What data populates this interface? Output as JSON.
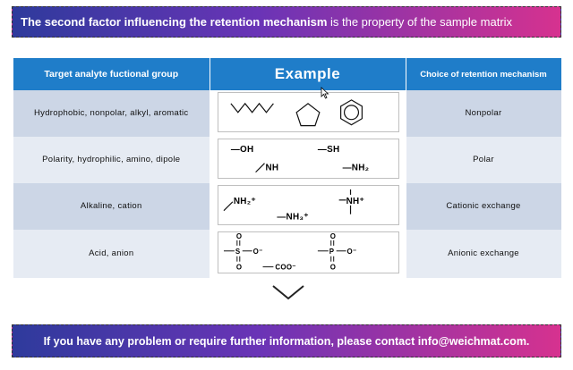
{
  "header_banner": {
    "bold_text": "The second factor influencing the retention mechanism",
    "normal_text": " is the property of the sample matrix"
  },
  "table": {
    "headers": [
      "Target analyte fuctional group",
      "Example",
      "Choice of retention mechanism"
    ],
    "rows": [
      {
        "group": "Hydrophobic, nonpolar, alkyl, aromatic",
        "mechanism": "Nonpolar",
        "labels": []
      },
      {
        "group": "Polarity, hydrophilic, amino, dipole",
        "mechanism": "Polar",
        "labels": [
          "—OH",
          "—SH",
          "NH",
          "—NH₂"
        ]
      },
      {
        "group": "Alkaline, cation",
        "mechanism": "Cationic exchange",
        "labels": [
          "NH₂⁺",
          "NH⁺",
          "—NH₃⁺"
        ]
      },
      {
        "group": "Acid, anion",
        "mechanism": "Anionic exchange",
        "labels": [
          "O",
          "S",
          "O⁻",
          "O",
          "O",
          "P",
          "O⁻",
          "O",
          "COO⁻"
        ]
      }
    ]
  },
  "footer_banner": {
    "text": "If you have any problem or require further information, please contact info@weichmat.com."
  },
  "colors": {
    "header_blue": "#1f7dc9",
    "row_dark": "#ccd6e6",
    "row_light": "#e6ebf3",
    "banner_gradient": [
      "#2e3a9c",
      "#6a34b6",
      "#d6328f"
    ]
  },
  "icons": [
    "cursor-arrow-icon",
    "chevron-down-icon"
  ]
}
